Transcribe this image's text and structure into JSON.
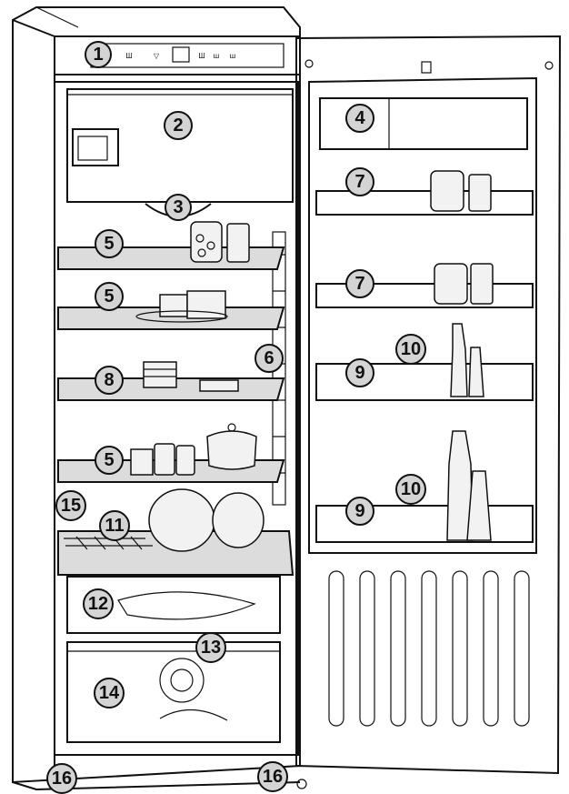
{
  "callouts": [
    {
      "id": "c1",
      "label": "1"
    },
    {
      "id": "c2",
      "label": "2"
    },
    {
      "id": "c3",
      "label": "3"
    },
    {
      "id": "c4",
      "label": "4"
    },
    {
      "id": "c5a",
      "label": "5"
    },
    {
      "id": "c5b",
      "label": "5"
    },
    {
      "id": "c5c",
      "label": "5"
    },
    {
      "id": "c6",
      "label": "6"
    },
    {
      "id": "c7a",
      "label": "7"
    },
    {
      "id": "c7b",
      "label": "7"
    },
    {
      "id": "c8",
      "label": "8"
    },
    {
      "id": "c9a",
      "label": "9"
    },
    {
      "id": "c9b",
      "label": "9"
    },
    {
      "id": "c10a",
      "label": "10"
    },
    {
      "id": "c10b",
      "label": "10"
    },
    {
      "id": "c11",
      "label": "11"
    },
    {
      "id": "c12",
      "label": "12"
    },
    {
      "id": "c13",
      "label": "13"
    },
    {
      "id": "c14",
      "label": "14"
    },
    {
      "id": "c15",
      "label": "15"
    },
    {
      "id": "c16a",
      "label": "16"
    },
    {
      "id": "c16b",
      "label": "16"
    }
  ],
  "control_panel": {
    "icon_labels": [
      "Ш",
      "▽",
      "Ш",
      "ш",
      "ш"
    ]
  },
  "colors": {
    "outline": "#111111",
    "shelf_gray": "#dcdcdc",
    "callout_fill": "#d4d4d4",
    "drawer_tint": "#e6e6e6"
  }
}
